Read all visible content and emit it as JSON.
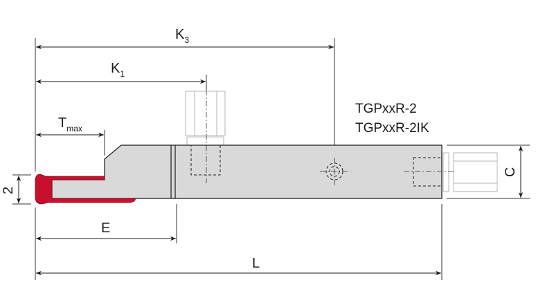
{
  "dimensions": {
    "k3": {
      "main": "K",
      "sub": "3"
    },
    "k1": {
      "main": "K",
      "sub": "1"
    },
    "tmax": {
      "main": "T",
      "sub": "max"
    },
    "two": "2",
    "c": "C",
    "e": "E",
    "l": "L"
  },
  "models": [
    "TGPxxR-2",
    "TGPxxR-2IK"
  ],
  "colors": {
    "body": "#d9d9d9",
    "insert": "#c8102e",
    "outline": "#1a1a1a",
    "ghost": "#b3b3b3"
  }
}
